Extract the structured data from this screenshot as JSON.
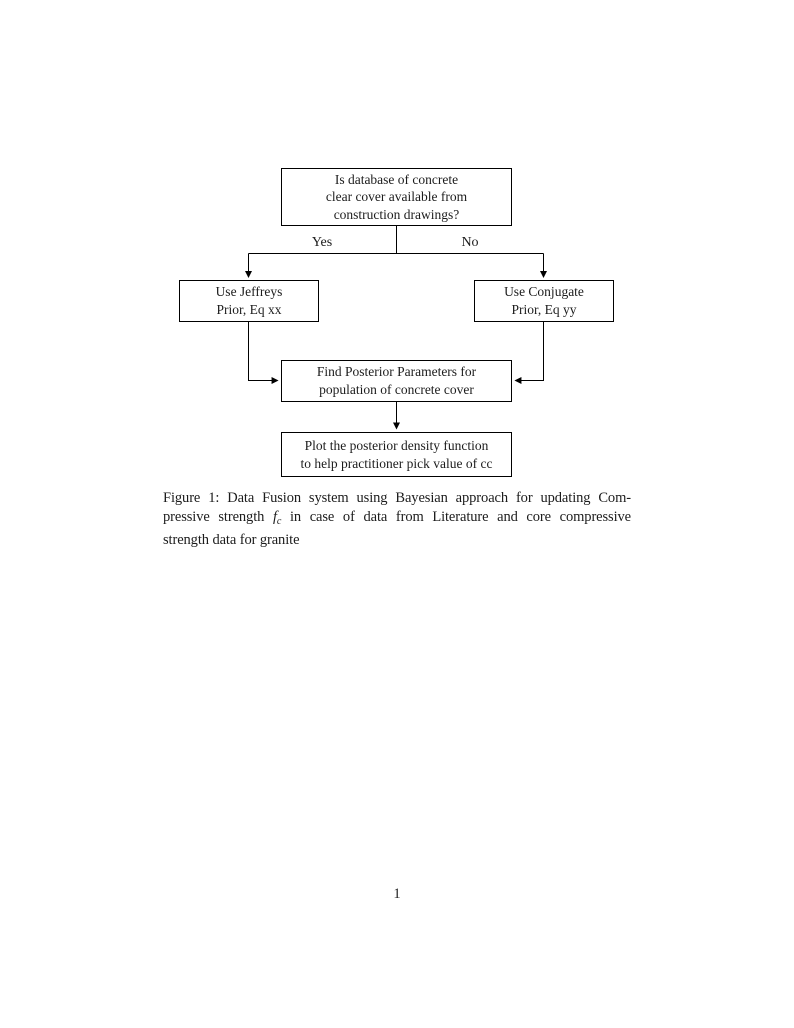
{
  "page": {
    "number": "1"
  },
  "figure": {
    "flowchart": {
      "nodes": {
        "question": [
          "Is database of concrete",
          "clear cover available from",
          "construction drawings?"
        ],
        "jeffreys": [
          "Use Jeffreys",
          "Prior, Eq xx"
        ],
        "conjugate": [
          "Use Conjugate",
          "Prior, Eq yy"
        ],
        "posterior": [
          "Find Posterior Parameters for",
          "population of concrete cover"
        ],
        "plot": [
          "Plot the posterior density function",
          "to help practitioner pick value of cc"
        ]
      },
      "edge_labels": {
        "yes": "Yes",
        "no": "No"
      }
    },
    "caption": {
      "line1": "Figure 1: Data Fusion system using Bayesian approach for updating Com-",
      "line2_pre": "pressive strength",
      "math_var": "f",
      "math_sub": "c",
      "line2_post": "in case of data from Literature and core compressive",
      "line3": "strength data for granite"
    }
  },
  "colors": {
    "background": "#ffffff",
    "text": "#1c1c1c",
    "line": "#000000"
  }
}
